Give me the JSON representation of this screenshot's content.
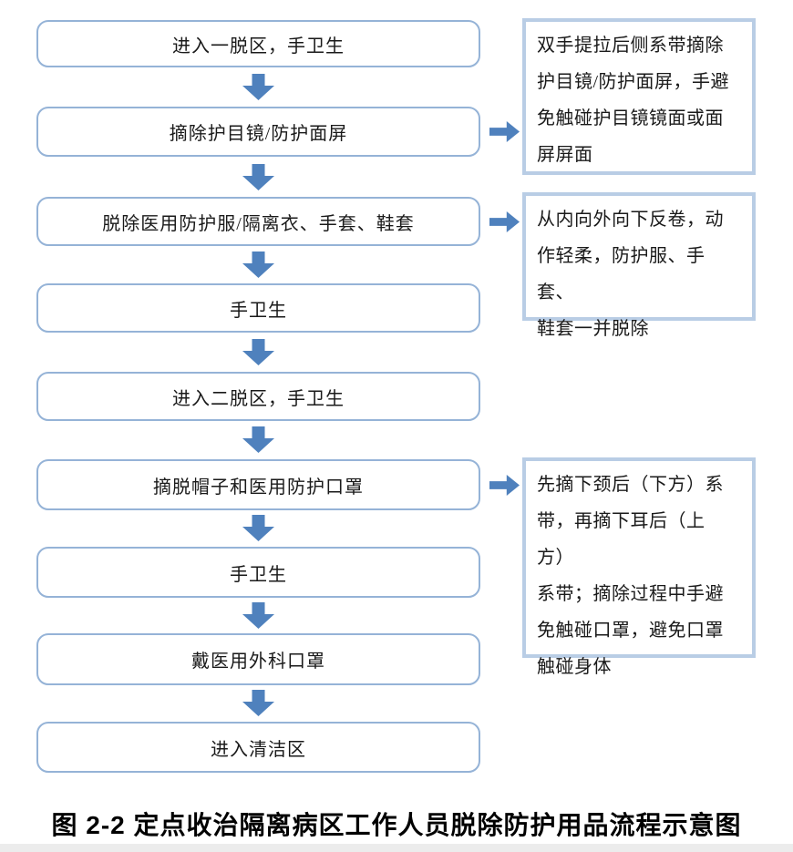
{
  "figure": {
    "caption": "图 2-2 定点收治隔离病区工作人员脱除防护用品流程示意图"
  },
  "flow": {
    "steps": [
      {
        "label": "进入一脱区，手卫生"
      },
      {
        "label": "摘除护目镜/防护面屏"
      },
      {
        "label": "脱除医用防护服/隔离衣、手套、鞋套"
      },
      {
        "label": "手卫生"
      },
      {
        "label": "进入二脱区，手卫生"
      },
      {
        "label": "摘脱帽子和医用防护口罩"
      },
      {
        "label": "手卫生"
      },
      {
        "label": "戴医用外科口罩"
      },
      {
        "label": "进入清洁区"
      }
    ]
  },
  "annotations": [
    {
      "points_to_step": 2,
      "text": "双手提拉后侧系带摘除\n护目镜/防护面屏，手避\n免触碰护目镜镜面或面\n屏屏面"
    },
    {
      "points_to_step": 3,
      "text": "从内向外向下反卷，动\n作轻柔，防护服、手套、\n鞋套一并脱除"
    },
    {
      "points_to_step": 6,
      "text": "先摘下颈后（下方）系\n带，再摘下耳后（上方）\n系带；摘除过程中手避\n免触碰口罩，避免口罩\n触碰身体"
    }
  ],
  "icons": {
    "down_arrow": "block-arrow-down",
    "right_arrow": "block-arrow-right"
  },
  "colors": {
    "arrow_fill": "#4F81BD",
    "flow_box_border": "#95B3D7",
    "note_box_border": "#B9CDE5",
    "text": "#1A1A1A",
    "caption_text": "#000000"
  }
}
